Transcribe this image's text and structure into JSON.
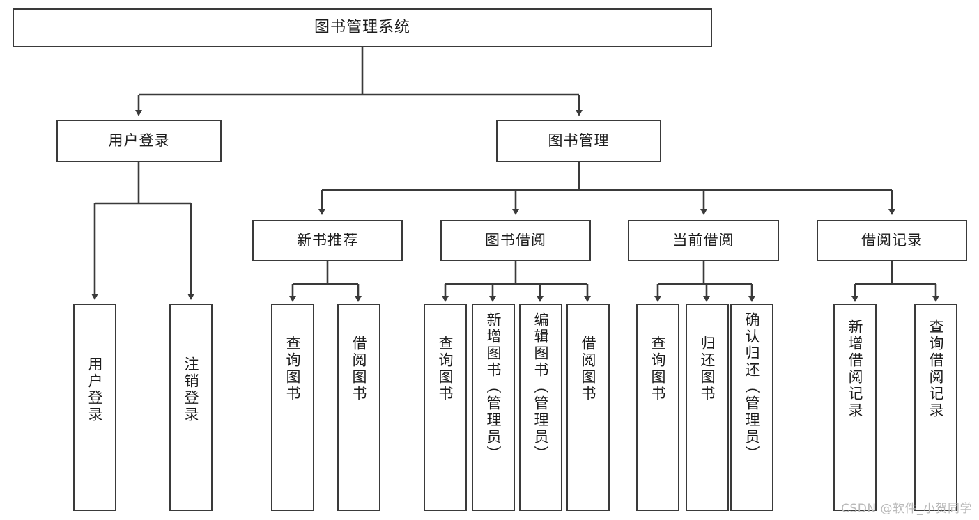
{
  "diagram": {
    "title": "图书管理系统",
    "type": "hierarchy-tree",
    "root": {
      "label": "图书管理系统"
    },
    "level2": [
      {
        "label": "用户登录"
      },
      {
        "label": "图书管理"
      }
    ],
    "level3": [
      {
        "label": "新书推荐"
      },
      {
        "label": "图书借阅"
      },
      {
        "label": "当前借阅"
      },
      {
        "label": "借阅记录"
      }
    ],
    "leaves": {
      "user_login": [
        {
          "label": "用户登录"
        },
        {
          "label": "注销登录"
        }
      ],
      "new_book_recommend": [
        {
          "label": "查询图书"
        },
        {
          "label": "借阅图书"
        }
      ],
      "book_borrow": [
        {
          "label": "查询图书"
        },
        {
          "label": "新增图书（管理员）"
        },
        {
          "label": "编辑图书（管理员）"
        },
        {
          "label": "借阅图书"
        }
      ],
      "current_borrow": [
        {
          "label": "查询图书"
        },
        {
          "label": "归还图书"
        },
        {
          "label": "确认归还（管理员）"
        }
      ],
      "borrow_record": [
        {
          "label": "新增借阅记录"
        },
        {
          "label": "查询借阅记录"
        }
      ]
    }
  },
  "watermark": {
    "text": "CSDN @软件_小贺同学"
  },
  "colors": {
    "background": "#ffffff",
    "stroke": "#3a3a3a",
    "text": "#1c1c1c",
    "watermark": "#b9b9b9"
  }
}
